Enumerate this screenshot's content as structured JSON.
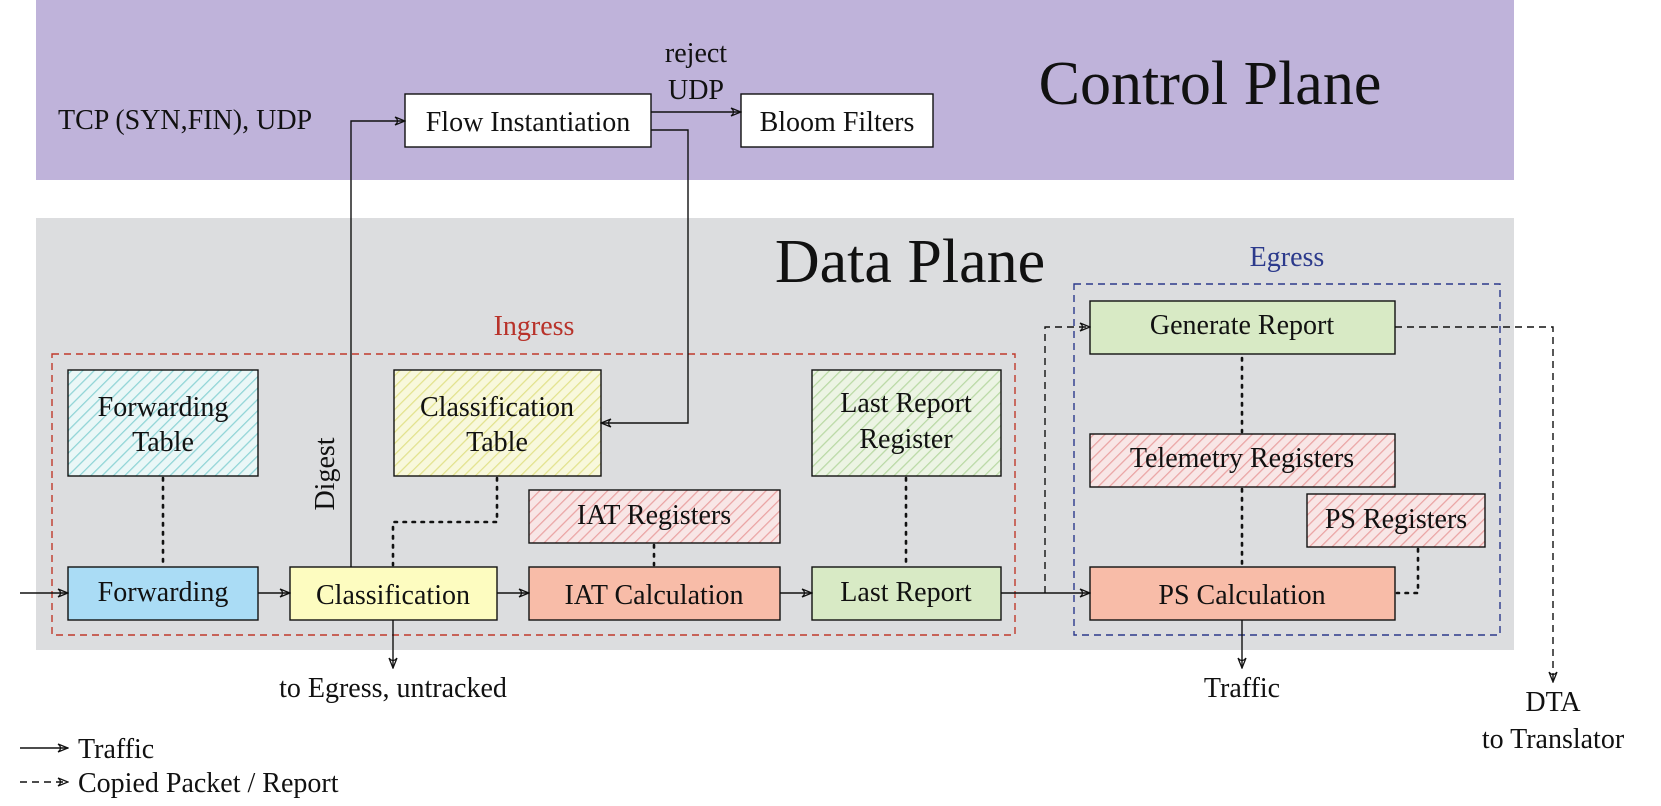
{
  "planes": {
    "control_title": "Control Plane",
    "data_title": "Data Plane",
    "ingress_title": "Ingress",
    "egress_title": "Egress"
  },
  "colors": {
    "control_bg": "#bfb3da",
    "data_bg": "#dcdddf",
    "ingress_border": "#c0392b",
    "egress_border": "#2c3a8c",
    "blue": "#aadcf5",
    "yellow": "#fdfcc0",
    "salmon": "#f8bca8",
    "green": "#d8eac5",
    "hatch_cyan": "#8fd4d6",
    "hatch_yellow": "#e7e792",
    "hatch_red": "#eeaaaa",
    "hatch_green": "#b9d9a4"
  },
  "control": {
    "input_label": "TCP (SYN,FIN), UDP",
    "flow_instantiation": "Flow Instantiation",
    "bloom_filters": "Bloom Filters",
    "reject_line1": "reject",
    "reject_line2": "UDP"
  },
  "ingress": {
    "forwarding_table_l1": "Forwarding",
    "forwarding_table_l2": "Table",
    "classification_table_l1": "Classification",
    "classification_table_l2": "Table",
    "last_report_register_l1": "Last Report",
    "last_report_register_l2": "Register",
    "iat_registers": "IAT Registers",
    "forwarding": "Forwarding",
    "classification": "Classification",
    "iat_calculation": "IAT Calculation",
    "last_report": "Last Report",
    "digest": "Digest"
  },
  "egress": {
    "generate_report": "Generate Report",
    "telemetry_registers": "Telemetry Registers",
    "ps_registers": "PS Registers",
    "ps_calculation": "PS Calculation"
  },
  "outputs": {
    "untracked": "to Egress, untracked",
    "traffic": "Traffic",
    "dta_l1": "DTA",
    "dta_l2": "to Translator"
  },
  "legend": {
    "traffic": "Traffic",
    "copied": "Copied Packet / Report"
  }
}
